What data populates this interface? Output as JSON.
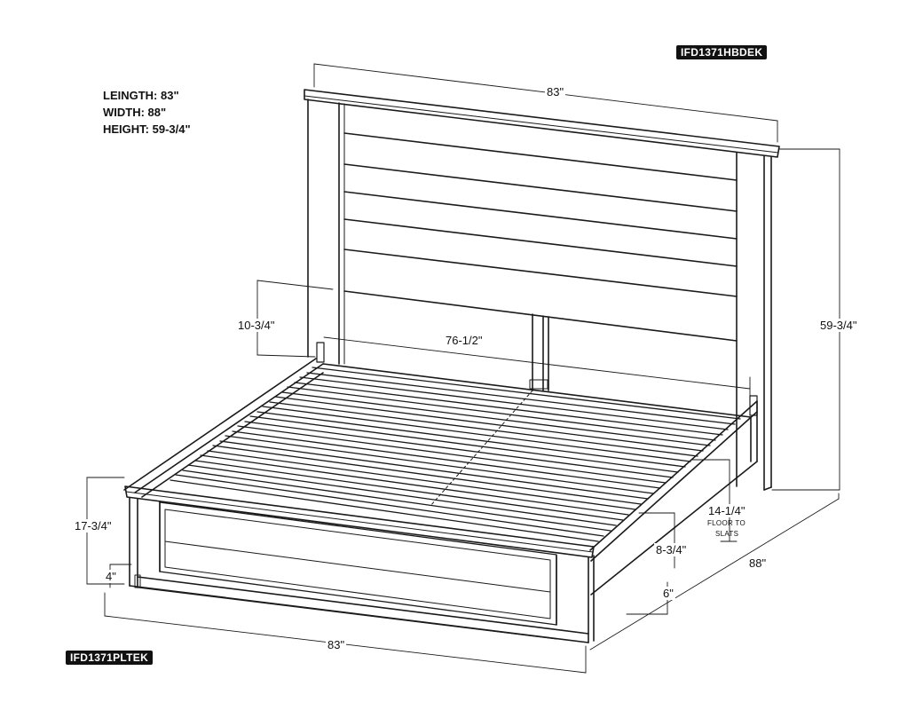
{
  "headboard_code": "IFD1371HBDEK",
  "footboard_code": "IFD1371PLTEK",
  "specs": {
    "length": "LEINGTH: 83\"",
    "width": "WIDTH: 88\"",
    "height": "HEIGHT: 59-3/4\""
  },
  "dimensions": {
    "headboard_width": "83\"",
    "overall_height": "59-3/4\"",
    "headboard_leg": "10-3/4\"",
    "inner_width": "76-1/2\"",
    "slat_height": "14-1/4\"",
    "slat_height_note_1": "FLOOR TO",
    "slat_height_note_2": "SLATS",
    "rail_height": "8-3/4\"",
    "clearance": "6\"",
    "depth": "88\"",
    "footboard_height": "17-3/4\"",
    "footboard_leg": "4\"",
    "footboard_width": "83\""
  },
  "colors": {
    "ink": "#1a1a1a",
    "label_bg": "#111111"
  }
}
